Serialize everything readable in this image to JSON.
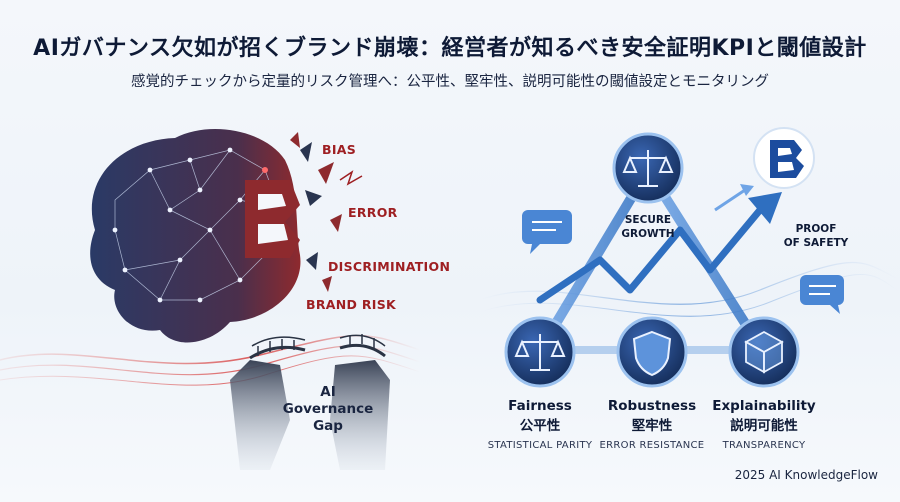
{
  "title": "AIガバナンス欠如が招くブランド崩壊：経営者が知るべき安全証明KPIと閾値設計",
  "subtitle": "感覚的チェックから定量的リスク管理へ：公平性、堅牢性、説明可能性の閾値設定とモニタリング",
  "risks": {
    "bias": "BIAS",
    "error": "ERROR",
    "discrimination": "DISCRIMINATION",
    "brand_risk": "BRAND RISK"
  },
  "gap": {
    "line1": "AI",
    "line2": "Governance",
    "line3": "Gap"
  },
  "top_node": {
    "line1": "SECURE",
    "line2": "GROWTH"
  },
  "proof": {
    "line1": "PROOF",
    "line2": "OF SAFETY"
  },
  "pillars": [
    {
      "en": "Fairness",
      "jp": "公平性",
      "sub": "STATISTICAL PARITY"
    },
    {
      "en": "Robustness",
      "jp": "堅牢性",
      "sub": "ERROR RESISTANCE"
    },
    {
      "en": "Explainability",
      "jp": "説明可能性",
      "sub": "TRANSPARENCY"
    }
  ],
  "footer": "2025 AI KnowledgeFlow",
  "icons": {
    "brain": "brain-network-icon",
    "scale": "balance-scale-icon",
    "shield": "shield-icon",
    "cube": "transparent-cube-icon",
    "chat": "chat-bubble-icon",
    "logo": "brand-b-logo-icon",
    "arrow": "growth-arrow-icon"
  },
  "colors": {
    "risk_red": "#9e1f22",
    "network_blue": "#2f6fc0",
    "node_dark": "#1c3a6e",
    "background": "#f4f7fb"
  }
}
